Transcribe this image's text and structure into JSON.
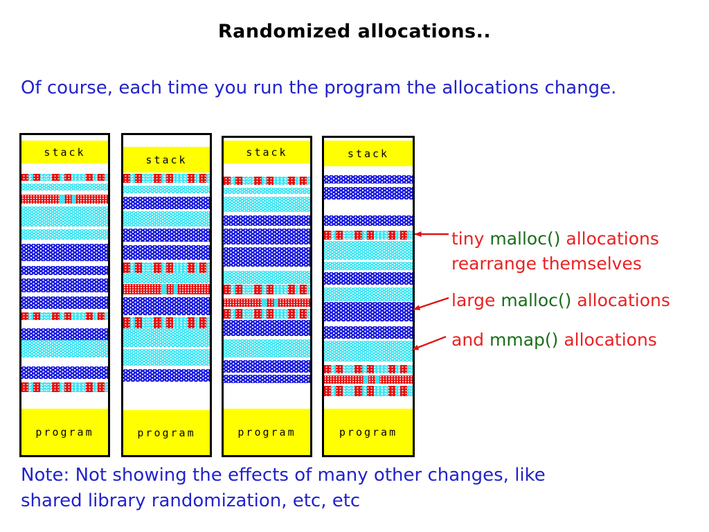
{
  "title": "Randomized allocations..",
  "intro": "Of course, each time you run the program the allocations change.",
  "note": {
    "line1": "Note: Not showing the effects of many other changes, like",
    "line2": "shared library randomization, etc, etc"
  },
  "annotations": {
    "tiny": {
      "lead": "tiny ",
      "fn": "malloc()",
      "tail": " allocations",
      "line2": "rearrange themselves"
    },
    "large": {
      "lead": "large ",
      "fn": "malloc()",
      "tail": " allocations"
    },
    "mmap": {
      "lead": "and ",
      "fn": "mmap()",
      "tail": " allocations"
    }
  },
  "colors": {
    "title_text": "#000000",
    "body_text_blue": "#2222cc",
    "annotation_red": "#e82222",
    "annotation_green": "#1a6e1a",
    "arrow_red": "#e01414",
    "band_yellow": "#ffff00",
    "band_cyan": "#3ee5f2",
    "band_blue": "#1717e0",
    "band_red": "#e51111"
  },
  "figure": {
    "legend": {
      "stack_label": "stack",
      "program_label": "program"
    },
    "columns": [
      {
        "name": "memory-map-1",
        "segments": [
          {
            "type": "white",
            "h": 8
          },
          {
            "type": "stack",
            "h": 33,
            "label": "stack"
          },
          {
            "type": "white",
            "h": 15
          },
          {
            "type": "tiny",
            "h": 10
          },
          {
            "type": "white",
            "h": 4
          },
          {
            "type": "cyan",
            "h": 10
          },
          {
            "type": "white",
            "h": 6
          },
          {
            "type": "redpat",
            "h": 13
          },
          {
            "type": "white",
            "h": 4
          },
          {
            "type": "cyan",
            "h": 29
          },
          {
            "type": "white",
            "h": 4
          },
          {
            "type": "cyan",
            "h": 15
          },
          {
            "type": "white",
            "h": 6
          },
          {
            "type": "blue",
            "h": 25
          },
          {
            "type": "white",
            "h": 7
          },
          {
            "type": "blue",
            "h": 13
          },
          {
            "type": "white",
            "h": 5
          },
          {
            "type": "blue",
            "h": 20
          },
          {
            "type": "white",
            "h": 6
          },
          {
            "type": "blue",
            "h": 18
          },
          {
            "type": "white",
            "h": 5
          },
          {
            "type": "tiny",
            "h": 11
          },
          {
            "type": "white",
            "h": 12
          },
          {
            "type": "blue",
            "h": 17
          },
          {
            "type": "cyan",
            "h": 25
          },
          {
            "type": "white",
            "h": 13
          },
          {
            "type": "blue",
            "h": 18
          },
          {
            "type": "white",
            "h": 5
          },
          {
            "type": "tiny",
            "h": 14
          },
          {
            "type": "white",
            "h": 16,
            "flex": true
          },
          {
            "type": "program",
            "h": 67,
            "label": "program"
          }
        ]
      },
      {
        "name": "memory-map-2",
        "segments": [
          {
            "type": "white",
            "h": 17
          },
          {
            "type": "stack",
            "h": 37,
            "label": "stack"
          },
          {
            "type": "white",
            "h": 2
          },
          {
            "type": "tiny",
            "h": 13
          },
          {
            "type": "white",
            "h": 4
          },
          {
            "type": "cyan",
            "h": 11
          },
          {
            "type": "white",
            "h": 5
          },
          {
            "type": "blue",
            "h": 18
          },
          {
            "type": "white",
            "h": 3
          },
          {
            "type": "cyan",
            "h": 22
          },
          {
            "type": "white",
            "h": 3
          },
          {
            "type": "blue",
            "h": 19
          },
          {
            "type": "white",
            "h": 5
          },
          {
            "type": "blue",
            "h": 21
          },
          {
            "type": "white",
            "h": 4
          },
          {
            "type": "tiny",
            "h": 15
          },
          {
            "type": "cyan",
            "h": 15
          },
          {
            "type": "white",
            "h": 1
          },
          {
            "type": "redpat",
            "h": 15
          },
          {
            "type": "white",
            "h": 4
          },
          {
            "type": "blue",
            "h": 26
          },
          {
            "type": "white",
            "h": 3
          },
          {
            "type": "tiny",
            "h": 16
          },
          {
            "type": "cyan",
            "h": 27
          },
          {
            "type": "white",
            "h": 3
          },
          {
            "type": "cyan",
            "h": 24
          },
          {
            "type": "white",
            "h": 5
          },
          {
            "type": "blue",
            "h": 18
          },
          {
            "type": "white",
            "h": 35,
            "flex": true
          },
          {
            "type": "program",
            "h": 65,
            "label": "program"
          }
        ]
      },
      {
        "name": "memory-map-3",
        "segments": [
          {
            "type": "white",
            "h": 4
          },
          {
            "type": "stack",
            "h": 33,
            "label": "stack"
          },
          {
            "type": "white",
            "h": 19
          },
          {
            "type": "tiny",
            "h": 12
          },
          {
            "type": "white",
            "h": 4
          },
          {
            "type": "cyan",
            "h": 9
          },
          {
            "type": "white",
            "h": 4
          },
          {
            "type": "cyan",
            "h": 22
          },
          {
            "type": "white",
            "h": 5
          },
          {
            "type": "blue",
            "h": 15
          },
          {
            "type": "white",
            "h": 4
          },
          {
            "type": "blue",
            "h": 23
          },
          {
            "type": "white",
            "h": 4
          },
          {
            "type": "blue",
            "h": 28
          },
          {
            "type": "white",
            "h": 6
          },
          {
            "type": "cyan",
            "h": 19
          },
          {
            "type": "white",
            "h": 1
          },
          {
            "type": "tiny",
            "h": 14
          },
          {
            "type": "white",
            "h": 6
          },
          {
            "type": "redpat",
            "h": 12
          },
          {
            "type": "white",
            "h": 3
          },
          {
            "type": "tiny",
            "h": 14
          },
          {
            "type": "white",
            "h": 2
          },
          {
            "type": "blue",
            "h": 23
          },
          {
            "type": "white",
            "h": 5
          },
          {
            "type": "cyan",
            "h": 26
          },
          {
            "type": "white",
            "h": 4
          },
          {
            "type": "blue",
            "h": 18
          },
          {
            "type": "white",
            "h": 3
          },
          {
            "type": "blue",
            "h": 12
          },
          {
            "type": "white",
            "h": 33,
            "flex": true
          },
          {
            "type": "program",
            "h": 67,
            "label": "program"
          }
        ]
      },
      {
        "name": "memory-map-4",
        "segments": [
          {
            "type": "white",
            "h": 4
          },
          {
            "type": "stack",
            "h": 37,
            "label": "stack"
          },
          {
            "type": "white",
            "h": 13
          },
          {
            "type": "blue",
            "h": 12
          },
          {
            "type": "white",
            "h": 5
          },
          {
            "type": "blue",
            "h": 18
          },
          {
            "type": "white",
            "h": 23
          },
          {
            "type": "blue",
            "h": 15
          },
          {
            "type": "white",
            "h": 7
          },
          {
            "type": "tiny",
            "h": 13
          },
          {
            "type": "white",
            "h": 2
          },
          {
            "type": "cyan",
            "h": 27
          },
          {
            "type": "white",
            "h": 3
          },
          {
            "type": "cyan",
            "h": 12
          },
          {
            "type": "white",
            "h": 3
          },
          {
            "type": "blue",
            "h": 18
          },
          {
            "type": "white",
            "h": 4
          },
          {
            "type": "cyan",
            "h": 20
          },
          {
            "type": "white",
            "h": 1
          },
          {
            "type": "blue",
            "h": 28
          },
          {
            "type": "white",
            "h": 7
          },
          {
            "type": "blue",
            "h": 18
          },
          {
            "type": "white",
            "h": 3
          },
          {
            "type": "cyan",
            "h": 30
          },
          {
            "type": "white",
            "h": 5
          },
          {
            "type": "tiny",
            "h": 12
          },
          {
            "type": "white",
            "h": 3
          },
          {
            "type": "redpat",
            "h": 12
          },
          {
            "type": "white",
            "h": 3
          },
          {
            "type": "tiny",
            "h": 15
          },
          {
            "type": "white",
            "h": 15,
            "flex": true
          },
          {
            "type": "program",
            "h": 67,
            "label": "program"
          }
        ]
      }
    ]
  }
}
